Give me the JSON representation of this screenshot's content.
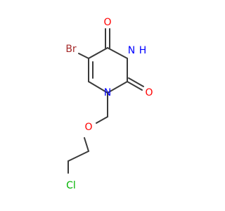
{
  "molecule": {
    "atoms": {
      "bromine": "Br",
      "oxygen_top": "O",
      "nh": "H",
      "nh_n": "N",
      "oxygen_right": "O",
      "nitrogen_ring": "N",
      "ether_oxygen": "O",
      "chlorine": "Cl"
    },
    "colors": {
      "bond": "#3a3a3a",
      "bromine": "#a52a2a",
      "oxygen": "#ff0000",
      "nitrogen": "#0000ff",
      "chlorine": "#00b400"
    }
  }
}
